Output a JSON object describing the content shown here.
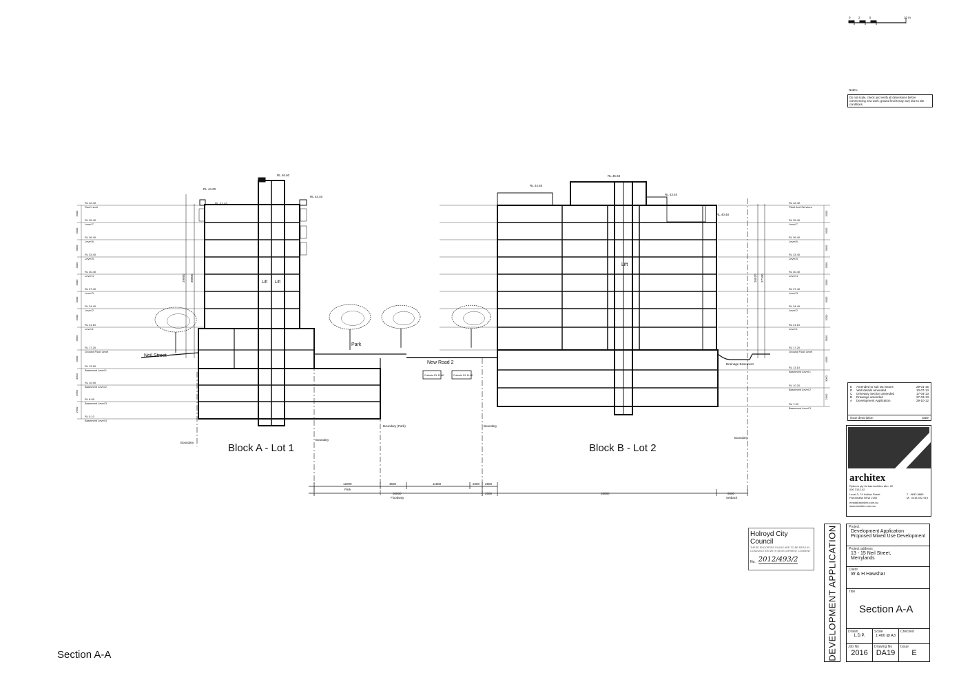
{
  "drawing": {
    "title_bottom_left": "Section A-A",
    "block_a_label": "Block A - Lot 1",
    "block_b_label": "Block B - Lot 2",
    "lift_label": "Lift",
    "street_label": "Neil Street",
    "park_label": "Park",
    "road_label": "New Road 2",
    "culvert_label_1": "Culverts RL 11.60",
    "culvert_label_2": "Culverts RL 11.60",
    "drainage_label": "Drainage Easement",
    "boundary_label": "Boundary",
    "boundary_park_label": "Boundary (Park)",
    "scale_bar_label": "10 m",
    "scale_bar_ticks": [
      "0",
      "2",
      "5"
    ],
    "top_rl_a": "RL 46.60",
    "top_rl_b": "RL 45.60",
    "rl_a_roof1": "RL 44.20",
    "rl_a_roof2": "RL 42.40",
    "rl_a_roof3": "RL 43.40",
    "rl_b_roof1": "RL 44.55",
    "rl_b_roof2": "RL 43.40",
    "rl_b_roof3": "RL 40.40"
  },
  "left_levels": [
    {
      "rl": "RL 42.40",
      "name": "Roof Level",
      "dim": "3000"
    },
    {
      "rl": "RL 39.40",
      "name": "Level 7",
      "dim": "3000"
    },
    {
      "rl": "RL 36.40",
      "name": "Level 6",
      "dim": "3000"
    },
    {
      "rl": "RL 33.40",
      "name": "Level 5",
      "dim": "3000"
    },
    {
      "rl": "RL 30.40",
      "name": "Level 4",
      "dim": "3000"
    },
    {
      "rl": "RL 27.40",
      "name": "Level 3",
      "dim": "3000"
    },
    {
      "rl": "RL 24.40",
      "name": "Level 2",
      "dim": "3300"
    },
    {
      "rl": "RL 21.10",
      "name": "Level 1",
      "dim": "3900"
    },
    {
      "rl": "RL 17.20",
      "name": "Ground Floor Level",
      "dim": "3300"
    },
    {
      "rl": "RL 13.90",
      "name": "Basement Level 1",
      "dim": "3000"
    },
    {
      "rl": "RL 10.90",
      "name": "Basement Level 2",
      "dim": "2650"
    },
    {
      "rl": "RL 8.05",
      "name": "Basement Level 3",
      "dim": "2950"
    },
    {
      "rl": "RL 5.10",
      "name": "Basement Level 4",
      "dim": ""
    }
  ],
  "right_levels": [
    {
      "rl": "RL 42.40",
      "name": "Plant And Services",
      "dim": "3000"
    },
    {
      "rl": "RL 39.40",
      "name": "Level 7",
      "dim": "3000"
    },
    {
      "rl": "RL 36.40",
      "name": "Level 6",
      "dim": "3000"
    },
    {
      "rl": "RL 33.40",
      "name": "Level 5",
      "dim": "3000"
    },
    {
      "rl": "RL 30.40",
      "name": "Level 4",
      "dim": "3000"
    },
    {
      "rl": "RL 27.40",
      "name": "Level 3",
      "dim": "3000"
    },
    {
      "rl": "RL 24.40",
      "name": "Level 2",
      "dim": "3300"
    },
    {
      "rl": "RL 21.10",
      "name": "Level 1",
      "dim": "3900"
    },
    {
      "rl": "RL 17.20",
      "name": "Ground Floor Level",
      "dim": "4000"
    },
    {
      "rl": "RL 13.10",
      "name": "Basement Level 1",
      "dim": "3000"
    },
    {
      "rl": "RL 10.20",
      "name": "Basement Level 2",
      "dim": "2900"
    },
    {
      "rl": "RL 7.30",
      "name": "Basement Level 3",
      "dim": ""
    }
  ],
  "dimensions": {
    "bottom_row1": [
      "12000",
      "4500",
      "11600",
      "2500",
      "2500"
    ],
    "park_caption": "Park",
    "bottom_row2": [
      "30000",
      "2500",
      "35880",
      "6000"
    ],
    "floodway_caption": "Floodway",
    "setback_caption": "Setback",
    "height_a": [
      "29950",
      "30000"
    ],
    "height_b": [
      "26570",
      "27100"
    ]
  },
  "notes": {
    "heading": "Notes:",
    "text": "Do not scale, check and verify all dimensions before commencing new work. ground levels may vary due to site conditions."
  },
  "revisions": [
    {
      "code": "E",
      "desc": "Amended to suit Da Issues",
      "date": "29-01-16"
    },
    {
      "code": "D",
      "desc": "Wall details amended",
      "date": "10-07-13"
    },
    {
      "code": "C",
      "desc": "Driveway Section amended",
      "date": "17-04-13"
    },
    {
      "code": "B",
      "desc": "Drawings amended",
      "date": "27-03-13"
    },
    {
      "code": "A",
      "desc": "Development Application",
      "date": "29-10-12"
    }
  ],
  "revision_header": {
    "desc": "issue description",
    "date": "Date"
  },
  "company": {
    "name": "architex",
    "sub": "Ryteron pty ltd t/as Architex abn: 22 000 313 142",
    "address": "Level 3, 74 Hollow Street Parramatta NSW 2150",
    "phone": "T : 9633 8889",
    "mobile": "M : 0418 402 919",
    "email": "email@architex.com.au",
    "web": "www.architex.com.au"
  },
  "council_stamp": {
    "title": "Holroyd City Council",
    "text": "THESE ENDORSED PLANS ARE TO BE READ IN CONJUNCTION WITH DEVELOPMENT CONSENT",
    "number_label": "No.",
    "number": "2012/493/2"
  },
  "title_block": {
    "side_banner": "DEVELOPMENT APPLICATION",
    "project_label": "Project",
    "project_line1": "Development Application",
    "project_line2": "Proposed Mixed Use Development",
    "address_label": "Project address",
    "address_line1": "13 - 15 Neil Street,",
    "address_line2": "Merrylands",
    "client_label": "Client",
    "client": "W & H Hawshar",
    "title_label": "Title",
    "title": "Section A-A",
    "drawn_label": "Drawn",
    "drawn": "L.D.P.",
    "scale_label": "Scale",
    "scale": "1:400 @ A3",
    "checked_label": "Checked",
    "checked": "",
    "job_label": "Job No",
    "job": "2016",
    "drawing_label": "Drawing No",
    "drawing": "DA19",
    "issue_label": "Issue",
    "issue": "E"
  }
}
